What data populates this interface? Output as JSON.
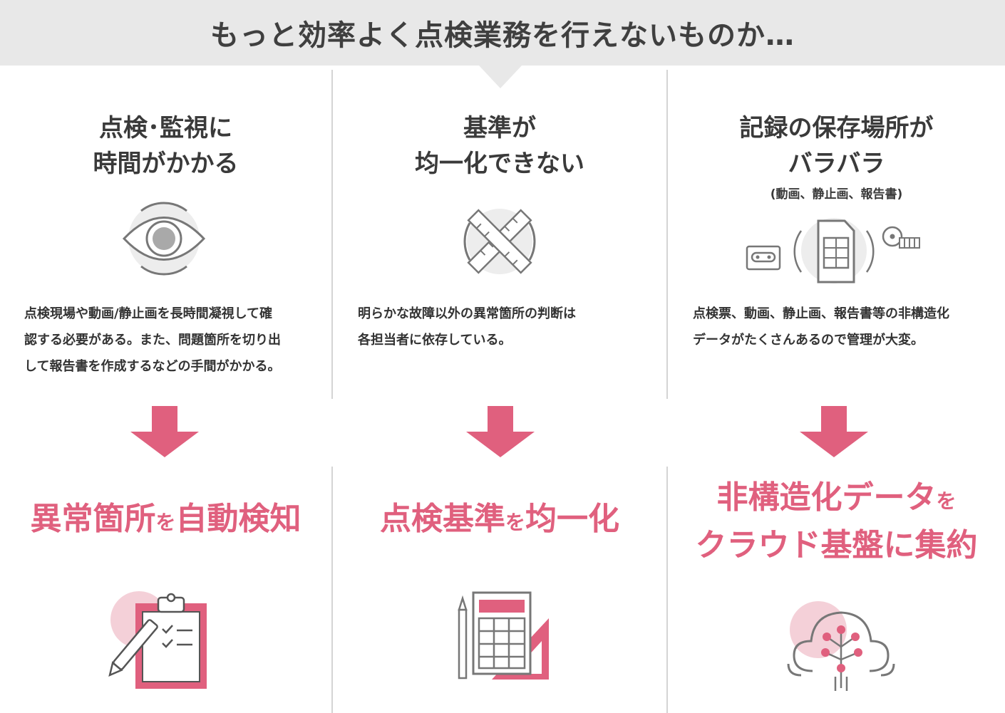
{
  "banner": {
    "title": "もっと効率よく点検業務を行えないものか…"
  },
  "columns": [
    {
      "problem_title_1": "点検･監視に",
      "problem_title_2": "時間がかかる",
      "description_1": "点検現場や動画/静止画を長時間凝視して確",
      "description_2": "認する必要がある。また、問題箇所を切り出",
      "description_3": "して報告書を作成するなどの手間がかかる。",
      "solution_main": "異常箇所",
      "solution_particle": "を",
      "solution_end": "自動検知",
      "problem_icon": "eye-icon",
      "solution_icon": "clipboard-icon"
    },
    {
      "problem_title_1": "基準が",
      "problem_title_2": "均一化できない",
      "description_1": "明らかな故障以外の異常箇所の判断は",
      "description_2": "各担当者に依存している。",
      "solution_main": "点検基準",
      "solution_particle": "を",
      "solution_end": "均一化",
      "problem_icon": "crossed-rulers-icon",
      "solution_icon": "calculator-ruler-icon"
    },
    {
      "problem_title_1": "記録の保存場所が",
      "problem_title_2": "バラバラ",
      "problem_note": "(動画、静止画、報告書)",
      "description_1": "点検票、動画、静止画、報告書等の非構造化",
      "description_2": "データがたくさんあるので管理が大変。",
      "solution_line1_main": "非構造化データ",
      "solution_line1_particle": "を",
      "solution_line2": "クラウド基盤に集約",
      "problem_icon": "storage-media-icon",
      "solution_icon": "cloud-network-icon"
    }
  ],
  "colors": {
    "accent": "#e0607e",
    "banner_bg": "#e8e8e8",
    "text": "#333333",
    "divider": "#d4d4d4"
  }
}
